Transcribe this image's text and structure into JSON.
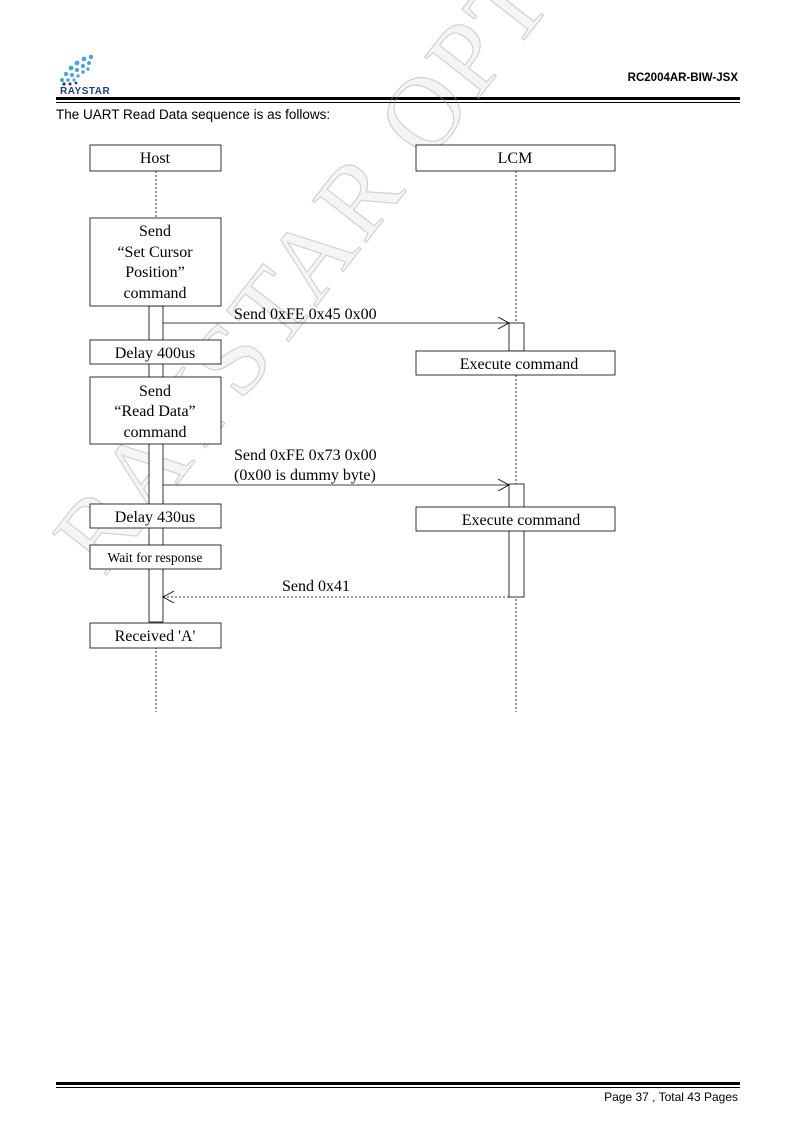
{
  "header": {
    "logo_text": "RAYSTAR",
    "model": "RC2004AR-BIW-JSX"
  },
  "intro": "The UART Read Data sequence is as follows:",
  "diagram": {
    "lanes": {
      "host": "Host",
      "lcm": "LCM"
    },
    "host_steps": {
      "send_cursor": [
        "Send",
        "“Set Cursor",
        "Position”",
        "command"
      ],
      "delay1": "Delay 400us",
      "send_read": [
        "Send",
        "“Read Data”",
        "command"
      ],
      "delay2": "Delay 430us",
      "wait": "Wait for response",
      "received": "Received 'A'"
    },
    "messages": {
      "msg1": "Send 0xFE 0x45 0x00",
      "msg2_line1": "Send 0xFE 0x73 0x00",
      "msg2_line2": "(0x00 is dummy byte)",
      "response": "Send 0x41"
    },
    "lcm_steps": {
      "exec1": "Execute command",
      "exec2": "Execute command"
    }
  },
  "watermark": "RAYSTAR OPTRONICS",
  "footer": "Page 37 , Total 43 Pages",
  "colors": {
    "logo_blue": "#1f3f7a",
    "logo_light": "#4fa3d9"
  }
}
